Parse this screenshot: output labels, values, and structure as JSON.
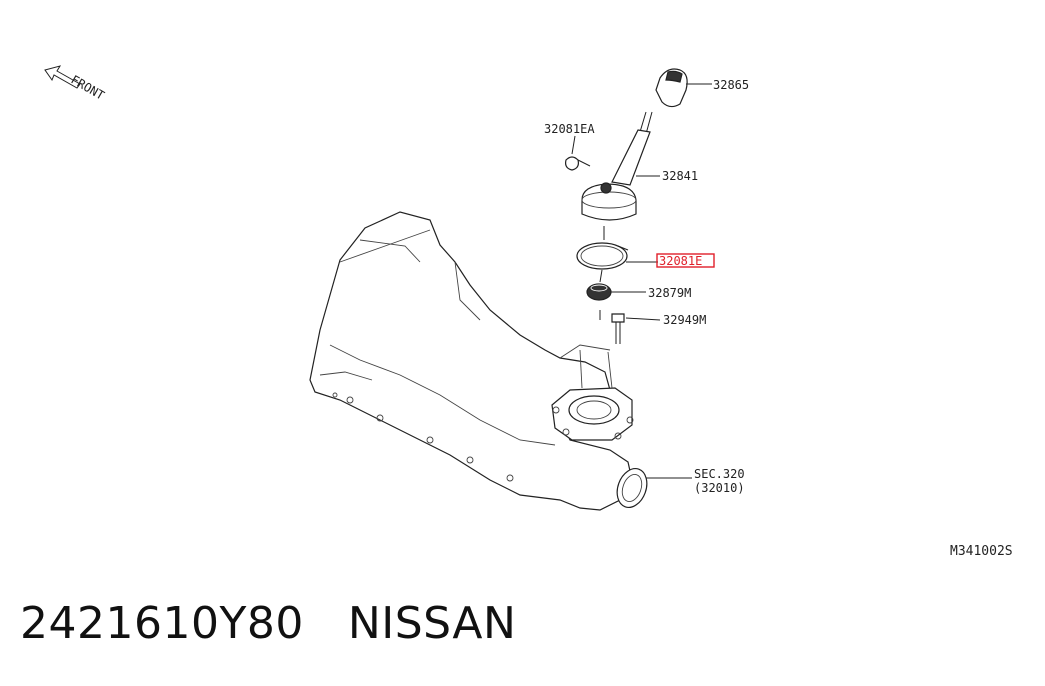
{
  "diagram": {
    "front_label": "FRONT",
    "callouts": [
      {
        "id": "knob",
        "text": "32865",
        "highlighted": false
      },
      {
        "id": "clip",
        "text": "32081EA",
        "highlighted": false
      },
      {
        "id": "boot",
        "text": "32841",
        "highlighted": false
      },
      {
        "id": "ring",
        "text": "32081E",
        "highlighted": true
      },
      {
        "id": "bush",
        "text": "32879M",
        "highlighted": false
      },
      {
        "id": "bolt",
        "text": "32949M",
        "highlighted": false
      },
      {
        "id": "sec",
        "text": "SEC.320",
        "highlighted": false
      },
      {
        "id": "sec-sub",
        "text": "(32010)",
        "highlighted": false
      }
    ],
    "highlight_color": "#e0202a",
    "figure_code": "M341002S"
  },
  "caption": {
    "part_number": "2421610Y80",
    "brand": "NISSAN"
  }
}
